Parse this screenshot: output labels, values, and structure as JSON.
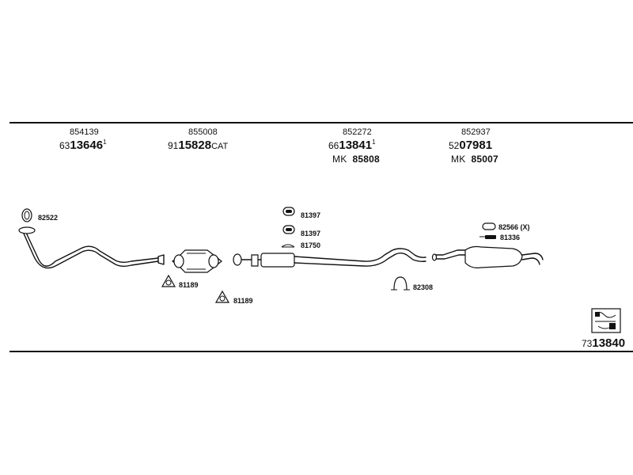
{
  "groups": [
    {
      "ref": "854139",
      "pre": "63",
      "main": "13646",
      "suffix": "",
      "sup": "1",
      "mk": ""
    },
    {
      "ref": "855008",
      "pre": "91",
      "main": "15828",
      "suffix": "CAT",
      "sup": "",
      "mk": ""
    },
    {
      "ref": "852272",
      "pre": "66",
      "main": "13841",
      "suffix": "",
      "sup": "1",
      "mk_prefix": "MK",
      "mk": "85808"
    },
    {
      "ref": "852937",
      "pre": "52",
      "main": "07981",
      "suffix": "",
      "sup": "",
      "mk_prefix": "MK",
      "mk": "85007"
    }
  ],
  "parts": {
    "gasket_82522": "82522",
    "gasket_81189_a": "81189",
    "gasket_81189_b": "81189",
    "hanger_81397_a": "81397",
    "hanger_81397_b": "81397",
    "clamp_81750": "81750",
    "clamp_82308": "82308",
    "hanger_82566": "82566 (X)",
    "bolt_81336": "81336"
  },
  "kit": {
    "pre": "73",
    "main": "13840"
  },
  "icons": [
    "exhaust-pipe-icon",
    "catalytic-converter-icon",
    "middle-silencer-icon",
    "rear-silencer-icon",
    "kit-box-icon"
  ]
}
